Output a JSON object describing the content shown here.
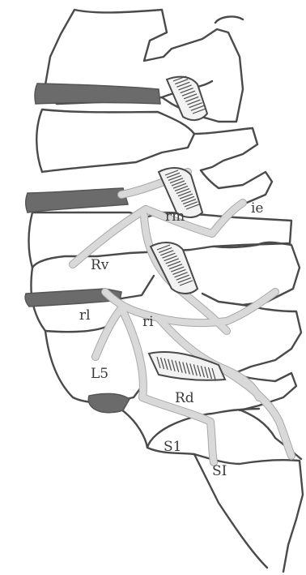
{
  "labels": {
    "ie": "ie",
    "rm": "rm",
    "rv": "Rv",
    "rl": "rl",
    "ri": "ri",
    "l5": "L5",
    "rd": "Rd",
    "s1_upper": "S1",
    "s1_lower": "SI"
  },
  "colors": {
    "bone_outline": "#4a4a4a",
    "disc": "#6b6b6b",
    "nerve": "#d9d9d9",
    "background": "#ffffff"
  }
}
